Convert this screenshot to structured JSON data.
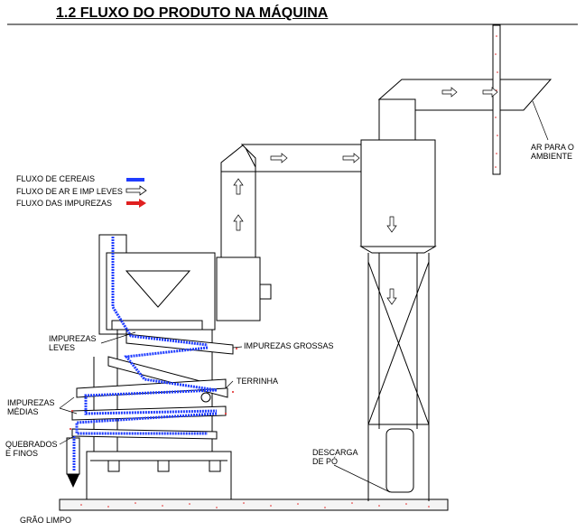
{
  "title": "1.2  FLUXO DO PRODUTO NA MÁQUINA",
  "legend": [
    {
      "label": "FLUXO DE CEREAIS",
      "color": "#1f3cff",
      "kind": "cereal"
    },
    {
      "label": "FLUXO DE AR E IMP LEVES",
      "color": "#000000",
      "kind": "air"
    },
    {
      "label": "FLUXO DAS IMPUREZAS",
      "color": "#e02020",
      "kind": "impurity"
    }
  ],
  "labels": {
    "impurezas_leves": [
      "IMPUREZAS",
      "LEVES"
    ],
    "impurezas_grossas": "IMPUREZAS GROSSAS",
    "terrinha": "TERRINHA",
    "impurezas_medias": [
      "IMPUREZAS",
      "MÉDIAS"
    ],
    "quebrados_finos": [
      "QUEBRADOS",
      "E FINOS"
    ],
    "grao_limpo": "GRÃO LIMPO",
    "descarga_po": [
      "DESCARGA",
      "DE PÓ"
    ],
    "ar_para_ambiente": [
      "AR PARA O",
      "AMBIENTE"
    ]
  }
}
